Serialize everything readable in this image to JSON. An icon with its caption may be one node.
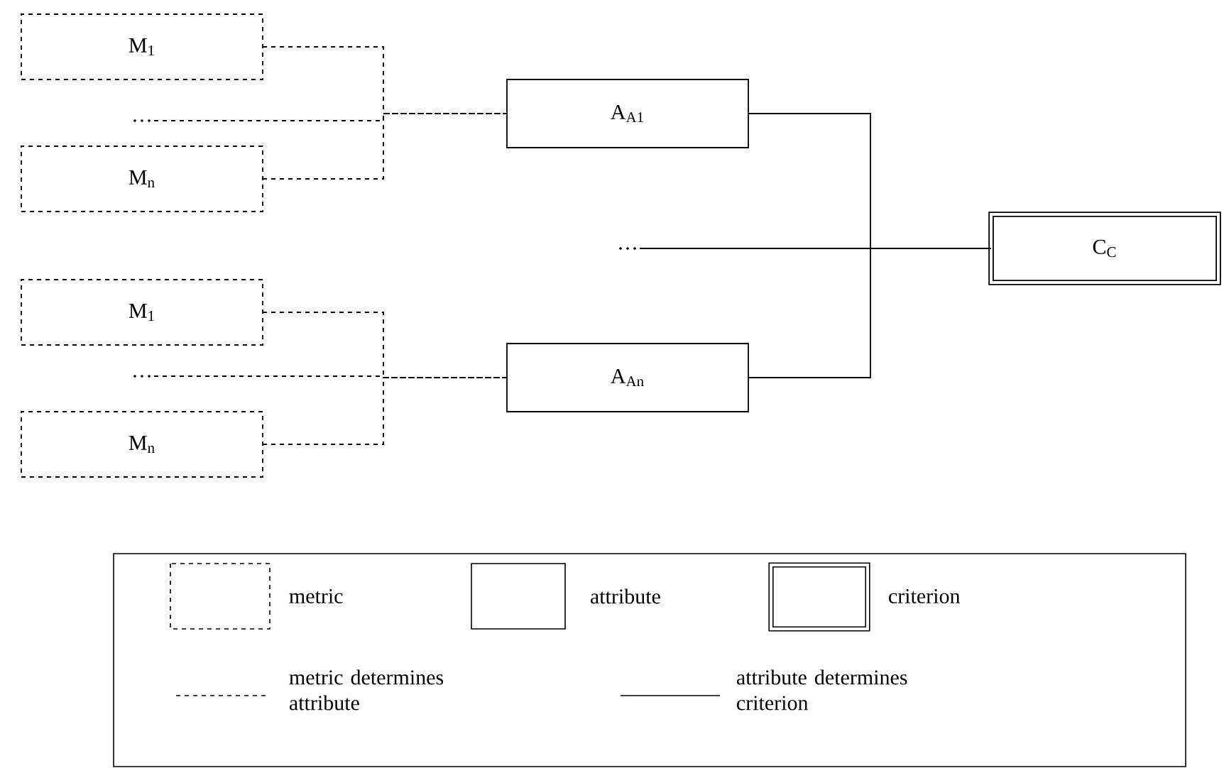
{
  "diagram": {
    "nodes": [
      {
        "text": [
          "M$_{1}$"
        ]
      },
      {
        "text": [
          "…"
        ]
      },
      {
        "text": [
          "M$_{n}$"
        ]
      },
      {
        "text": [
          "M$_{1}$"
        ]
      },
      {
        "text": [
          "…"
        ]
      },
      {
        "text": [
          "M$_{n}$"
        ]
      },
      {
        "text": [
          "A$_{A1}$"
        ]
      },
      {
        "text": [
          "…"
        ]
      },
      {
        "text": [
          "A$_{An}$"
        ]
      },
      {
        "text": [
          "C$_{C}$"
        ]
      }
    ],
    "edges": [
      {
        "from": 0,
        "to": 6,
        "arrow": "none",
        "style": "dashed"
      },
      {
        "from": 1,
        "to": 6,
        "arrow": "none",
        "style": "dashed"
      },
      {
        "from": 2,
        "to": 6,
        "arrow": "none",
        "style": "dashed"
      },
      {
        "from": 3,
        "to": 8,
        "arrow": "none",
        "style": "dashed"
      },
      {
        "from": 4,
        "to": 8,
        "arrow": "none",
        "style": "dashed"
      },
      {
        "from": 5,
        "to": 8,
        "arrow": "none",
        "style": "dashed"
      },
      {
        "from": 6,
        "to": 9,
        "arrow": "none"
      },
      {
        "from": 7,
        "to": 9,
        "arrow": "none"
      },
      {
        "from": 8,
        "to": 9,
        "arrow": "none"
      }
    ],
    "legend": [
      {
        "text": "metric"
      },
      {
        "text": "attribute"
      },
      {
        "text": "criterion"
      },
      {
        "text": "metric determines attribute"
      },
      {
        "text": "attribute determines criterion"
      }
    ]
  }
}
